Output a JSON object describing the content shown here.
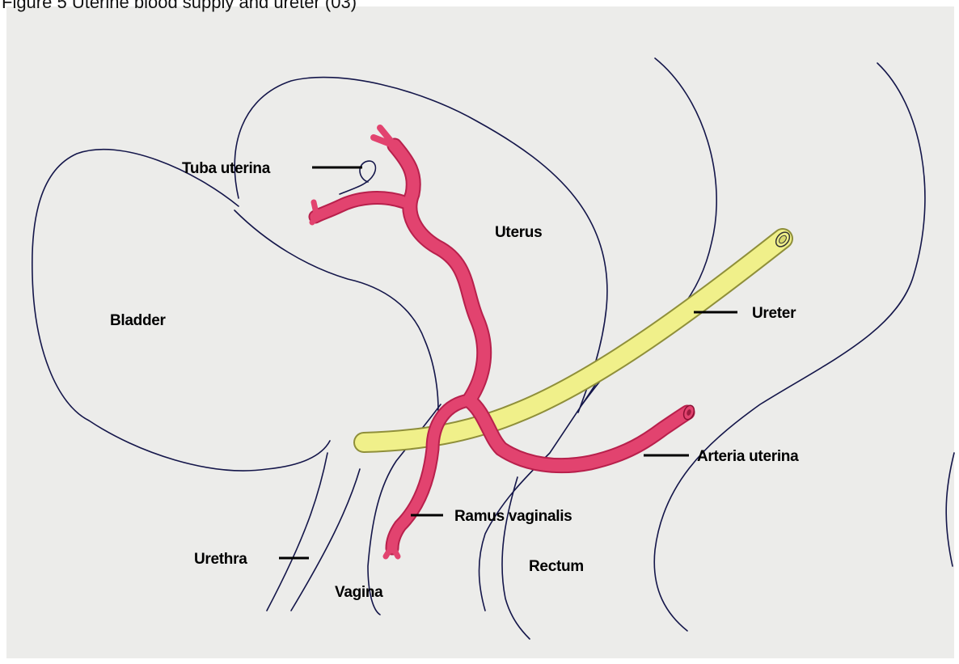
{
  "caption": "Figure 5 Uterine blood supply and ureter (03)",
  "labels": {
    "tuba_uterina": "Tuba uterina",
    "uterus": "Uterus",
    "bladder": "Bladder",
    "ureter": "Ureter",
    "arteria_uterina": "Arteria uterina",
    "ramus_vaginalis": "Ramus vaginalis",
    "urethra": "Urethra",
    "rectum": "Rectum",
    "vagina": "Vagina"
  },
  "colors": {
    "background": "#ececea",
    "outline": "#14164a",
    "artery": "#e2436f",
    "artery_edge": "#b8204c",
    "ureter": "#f0f08a",
    "ureter_edge": "#8f8f3a"
  }
}
